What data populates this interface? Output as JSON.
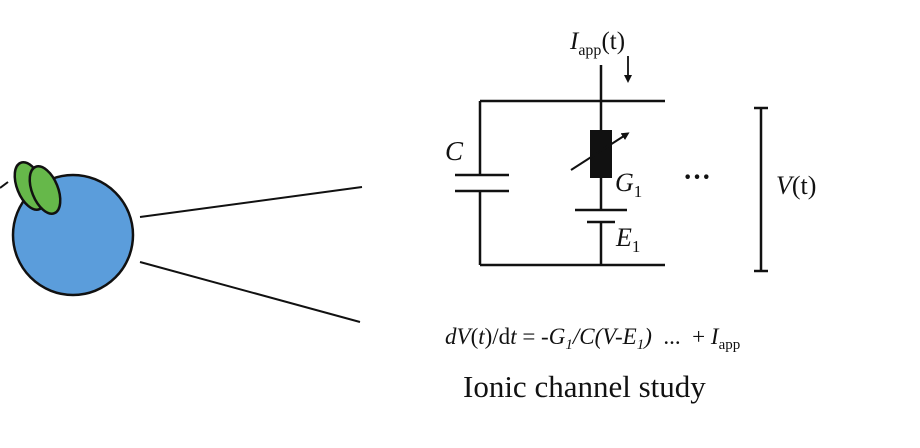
{
  "colors": {
    "cell_fill": "#5b9ddb",
    "channel_fill": "#66b84a",
    "stroke": "#111111"
  },
  "circuit": {
    "current_main": "I",
    "current_sub": "app",
    "current_arg": "(t)",
    "capacitor_label": "C",
    "conductance_main": "G",
    "conductance_sub": "1",
    "battery_main": "E",
    "battery_sub": "1",
    "ellipsis": "···",
    "voltage_main": "V",
    "voltage_arg": "(t)"
  },
  "equation": {
    "p1": "dV",
    "p2": "(",
    "p3": "t",
    "p4": ")/d",
    "p5": "t",
    "p6": " = -",
    "p7": "G",
    "p8": "1",
    "p9": "/",
    "p10": "C(V-E",
    "p11": "1",
    "p12": ")",
    "p13": "  ...  + ",
    "p14": "I",
    "p15": "app"
  },
  "caption": "Ionic channel study"
}
